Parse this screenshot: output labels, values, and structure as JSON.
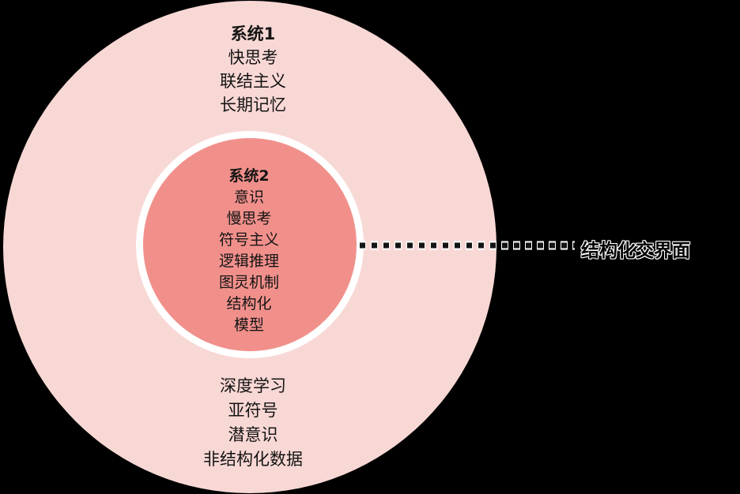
{
  "diagram": {
    "background_color": "#000000",
    "outer_circle_color": "#f8d8d5",
    "inner_circle_color": "#f1908b",
    "inner_ring_color": "#ffffff",
    "text_color": "#141414",
    "system1": {
      "lines": [
        "系统1",
        "快思考",
        "联结主义",
        "长期记忆"
      ]
    },
    "system2": {
      "lines": [
        "系统2",
        "意识",
        "慢思考",
        "符号主义",
        "逻辑推理",
        "图灵机制",
        "结构化",
        "模型"
      ]
    },
    "bottom": {
      "lines": [
        "深度学习",
        "亚符号",
        "潜意识",
        "非结构化数据"
      ]
    },
    "interface": {
      "label": "结构化交界面",
      "line_color": "#141414",
      "line_outline_color": "#ffffff"
    }
  }
}
